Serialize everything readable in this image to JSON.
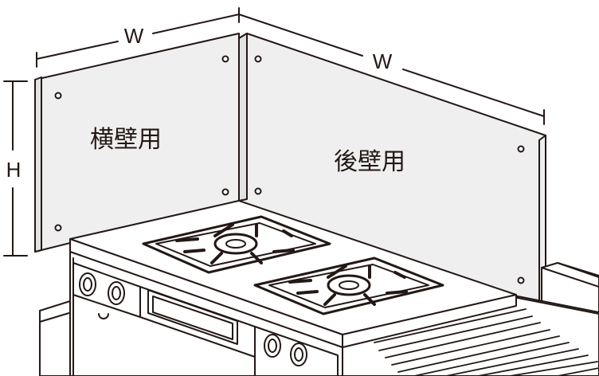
{
  "dimensions": {
    "side_width_label": "W",
    "back_width_label": "W",
    "height_label": "H"
  },
  "panels": {
    "side_wall_label": "横壁用",
    "back_wall_label": "後壁用"
  },
  "colors": {
    "panel_fill": "#efefef",
    "line": "#231815",
    "background": "#ffffff"
  }
}
